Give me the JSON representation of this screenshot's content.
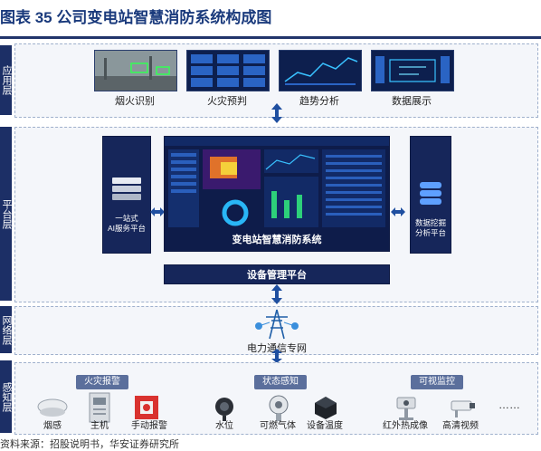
{
  "figure": {
    "title": "图表 35 公司变电站智慧消防系统构成图",
    "source": "资料来源：招股说明书，华安证券研究所"
  },
  "layers": {
    "application": "应用层",
    "platform": "平台层",
    "network": "网络层",
    "perception": "感知层"
  },
  "application": {
    "items": [
      "烟火识别",
      "火灾预判",
      "趋势分析",
      "数据展示"
    ]
  },
  "platform": {
    "left_box": "一站式\nAI服务平台",
    "center_title": "变电站智慧消防系统",
    "right_box": "数据挖掘\n分析平台",
    "device_mgmt": "设备管理平台"
  },
  "network": {
    "label": "电力通信专网"
  },
  "perception": {
    "groups": [
      {
        "name": "火灾报警",
        "devices": [
          "烟感",
          "主机",
          "手动报警"
        ]
      },
      {
        "name": "状态感知",
        "devices": [
          "水位",
          "可燃气体",
          "设备温度"
        ]
      },
      {
        "name": "可视监控",
        "devices": [
          "红外热成像",
          "高清视频"
        ]
      }
    ],
    "more": "……"
  }
}
